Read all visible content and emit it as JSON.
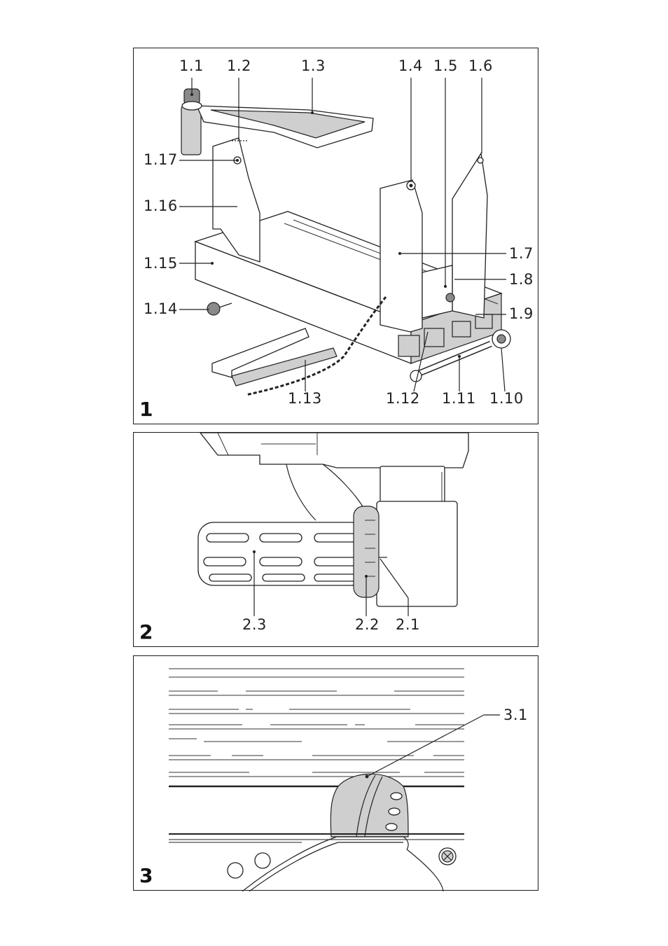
{
  "panels": [
    {
      "number": "1",
      "labels": [
        "1.1",
        "1.2",
        "1.3",
        "1.4",
        "1.5",
        "1.6",
        "1.17",
        "1.16",
        "1.7",
        "1.15",
        "1.8",
        "1.14",
        "1.9",
        "1.13",
        "1.12",
        "1.11",
        "1.10"
      ]
    },
    {
      "number": "2",
      "labels": [
        "2.3",
        "2.2",
        "2.1"
      ]
    },
    {
      "number": "3",
      "labels": [
        "3.1"
      ]
    }
  ],
  "colors": {
    "line": "#222222",
    "shade": "#cfcfcf",
    "dark": "#8a8a8a"
  }
}
